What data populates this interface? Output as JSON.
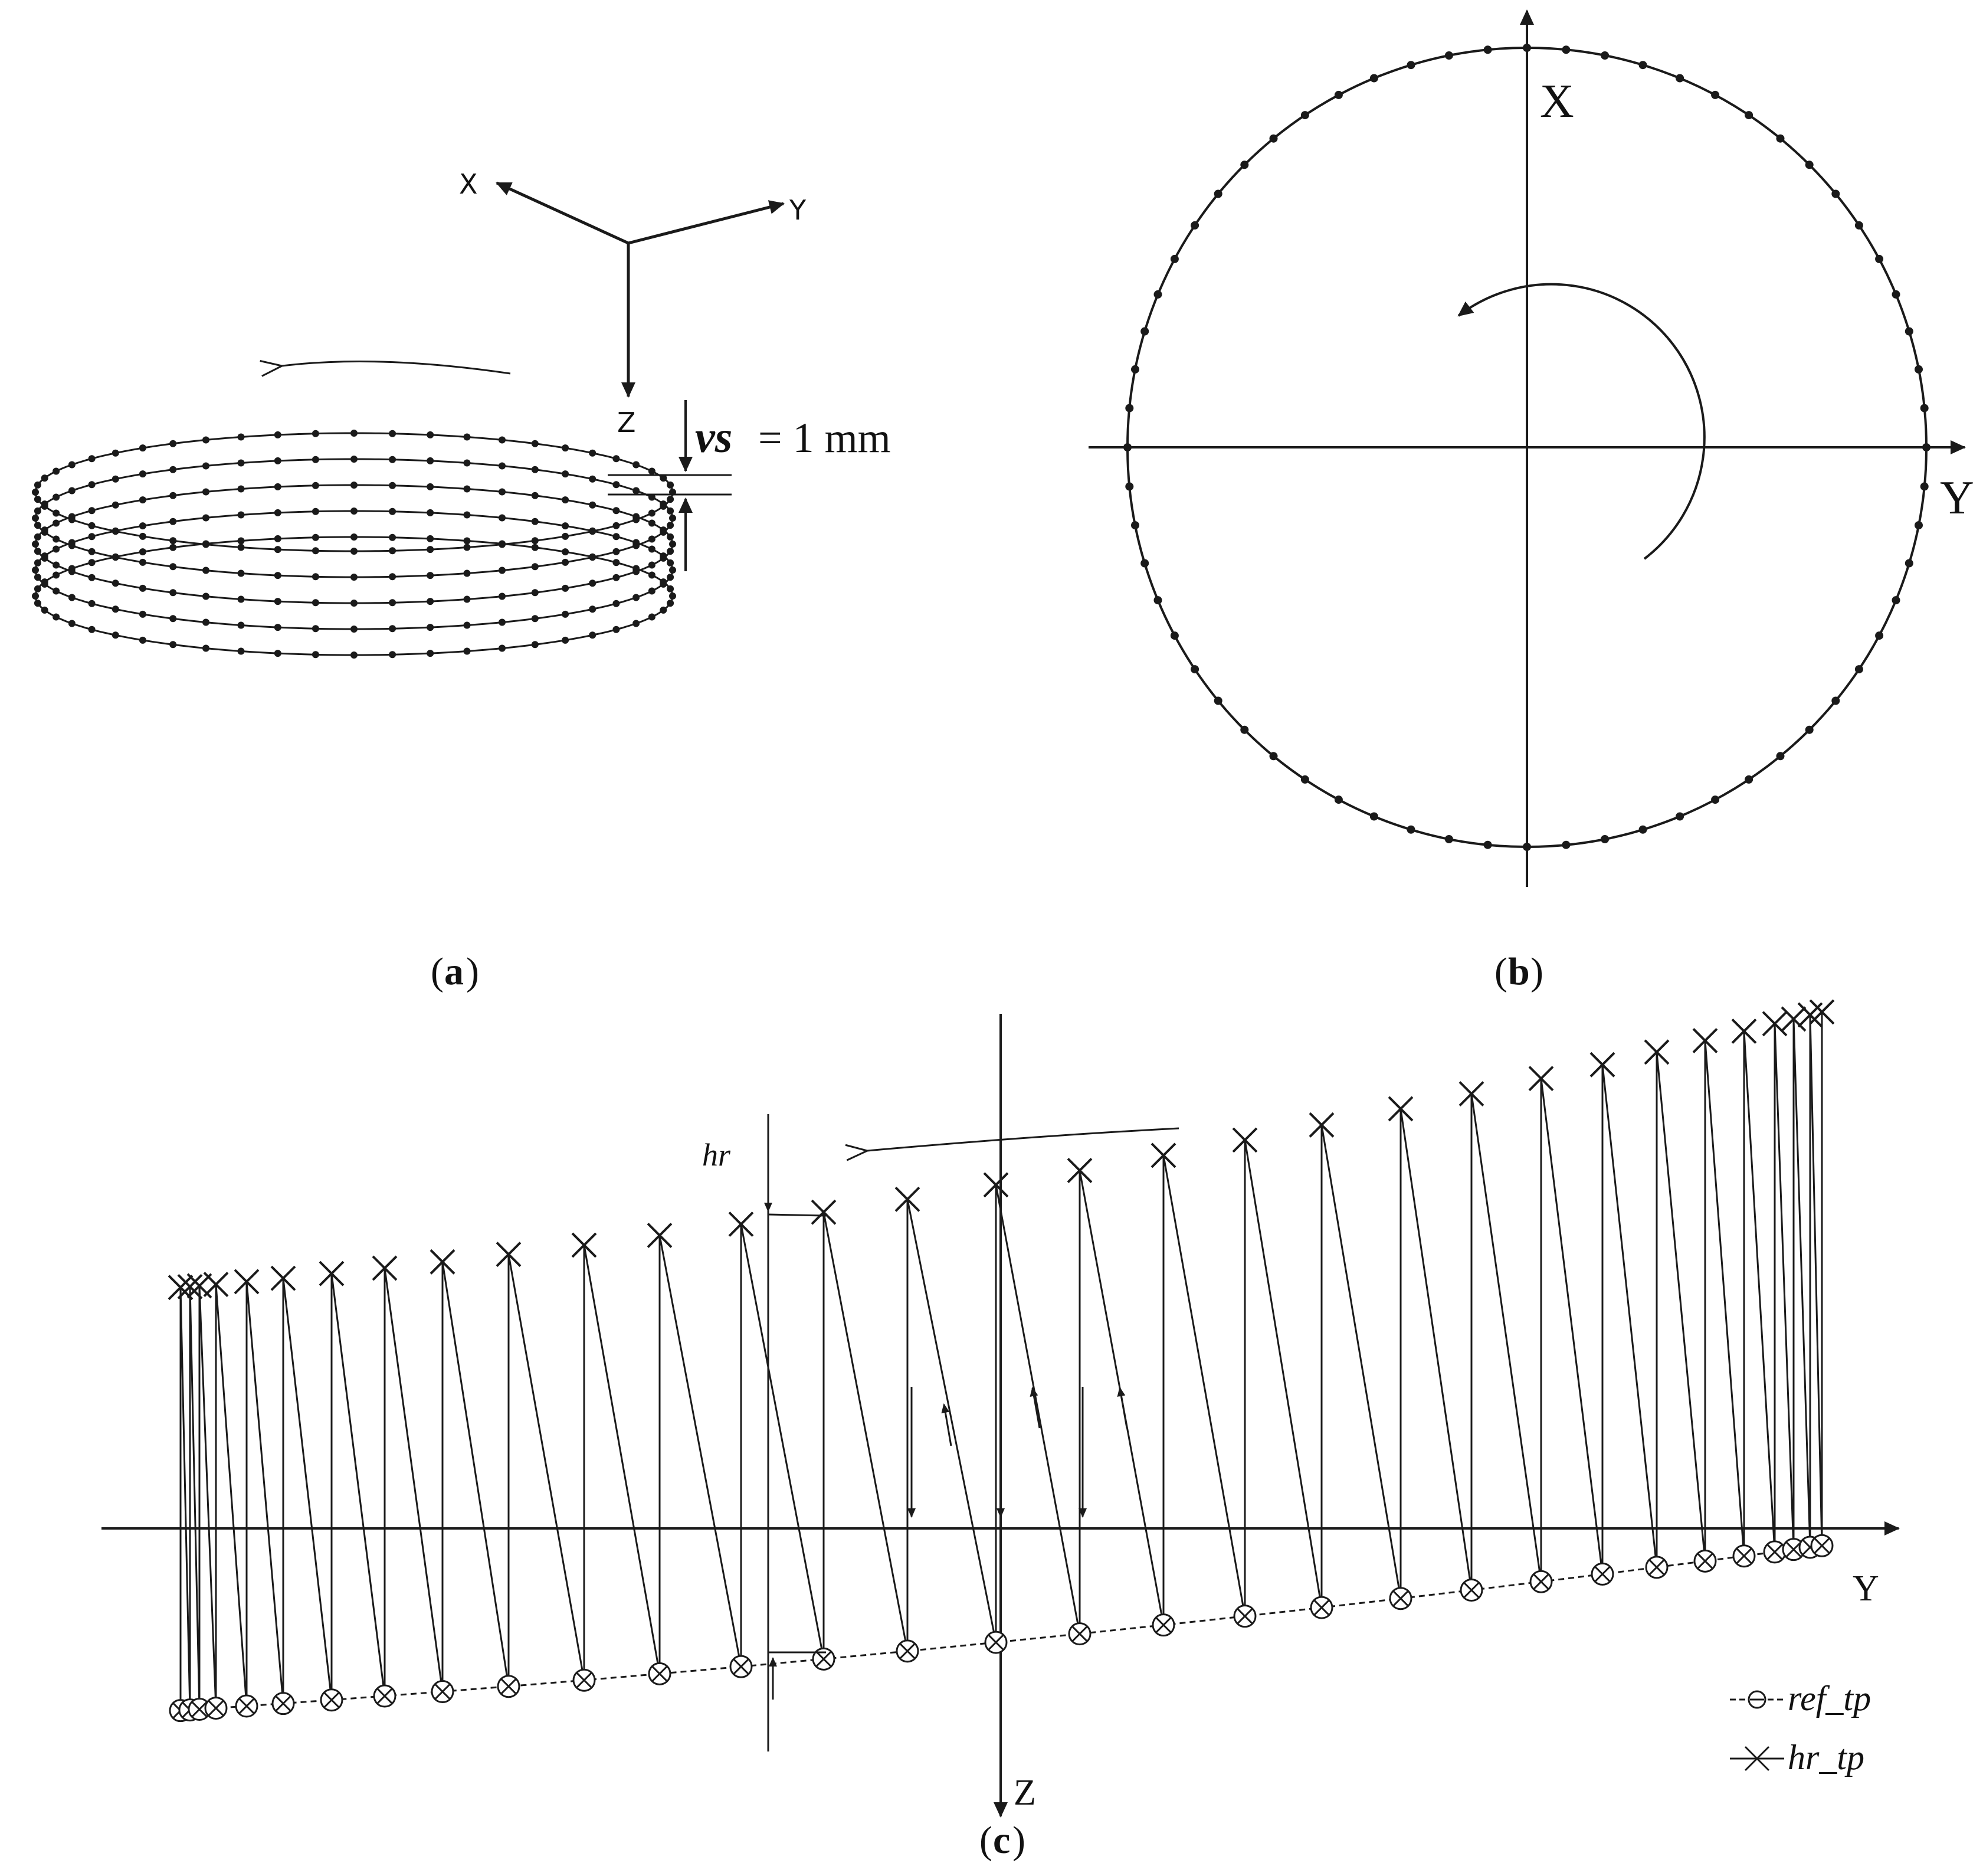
{
  "panel_a": {
    "axis_x": "X",
    "axis_y": "Y",
    "axis_z": "Z",
    "spacing_symbol": "vs",
    "spacing_value": "= 1 mm",
    "caption_label": "a"
  },
  "panel_b": {
    "axis_x": "X",
    "axis_y": "Y",
    "caption_label": "b"
  },
  "panel_c": {
    "axis_y": "Y",
    "axis_z": "Z",
    "offset_label": "hr",
    "legend": [
      {
        "marker": "circle-dot",
        "label": "ref_tp"
      },
      {
        "marker": "cross",
        "label": "hr_tp"
      }
    ],
    "caption_label": "c"
  },
  "colors": {
    "ink": "#1a1a1a",
    "background": "#ffffff"
  }
}
